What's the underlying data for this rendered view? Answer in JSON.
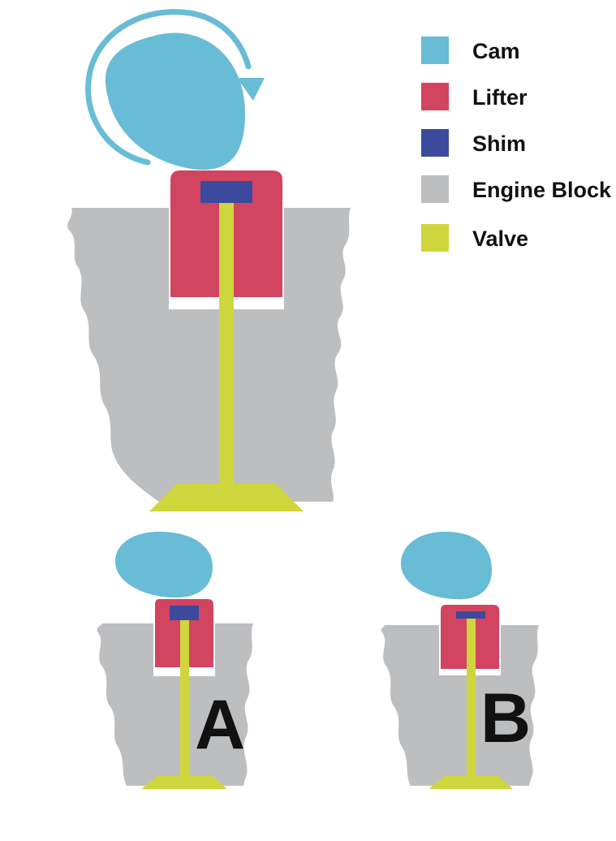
{
  "colors": {
    "cam": "#68bcd5",
    "lifter": "#d24460",
    "shim": "#3b4a9c",
    "engine_block": "#bdbec0",
    "valve": "#cfd63d"
  },
  "legend": {
    "items": [
      {
        "label": "Cam",
        "color": "#68bcd5"
      },
      {
        "label": "Lifter",
        "color": "#d24460"
      },
      {
        "label": "Shim",
        "color": "#3b4a9c"
      },
      {
        "label": "Engine Block",
        "color": "#bdbec0"
      },
      {
        "label": "Valve",
        "color": "#cfd63d"
      }
    ]
  },
  "variants": {
    "a_label": "A",
    "b_label": "B"
  }
}
